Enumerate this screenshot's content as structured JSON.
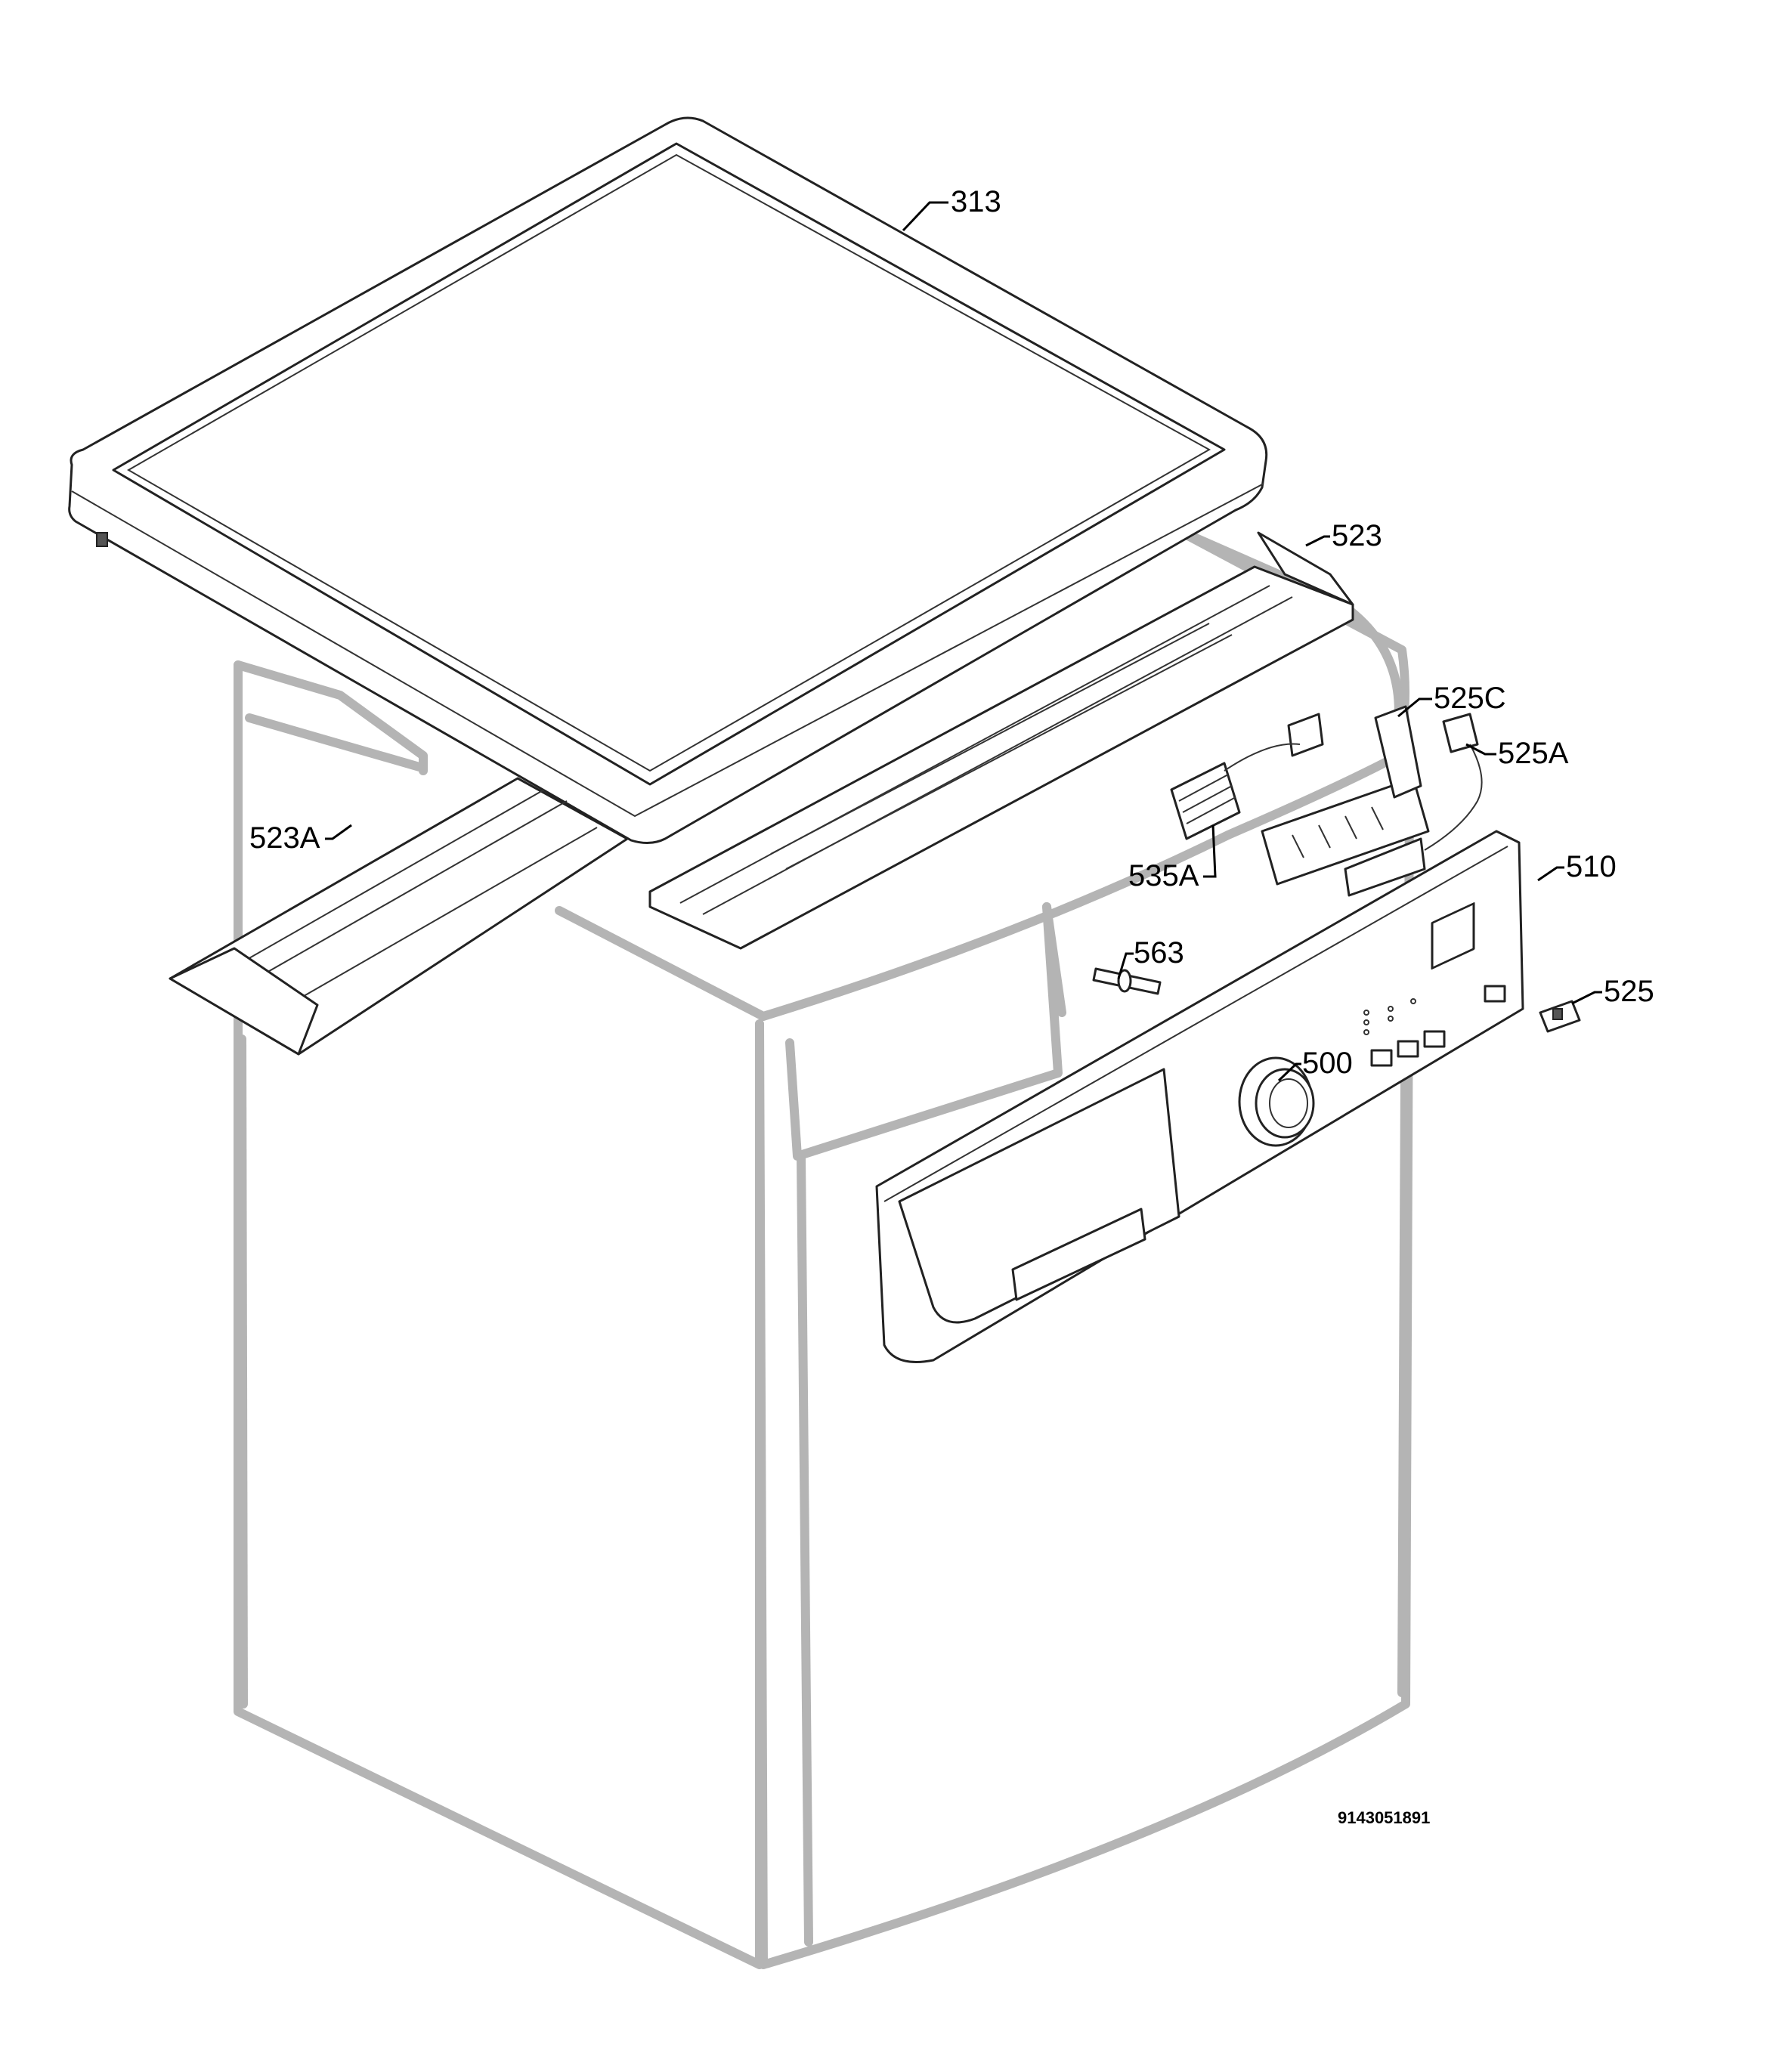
{
  "callouts": {
    "c313": "313",
    "c523": "523",
    "c525c": "525C",
    "c525a": "525A",
    "c523a": "523A",
    "c535a": "535A",
    "c510": "510",
    "c563": "563",
    "c525": "525",
    "c500": "500"
  },
  "document_number": "9143051891"
}
